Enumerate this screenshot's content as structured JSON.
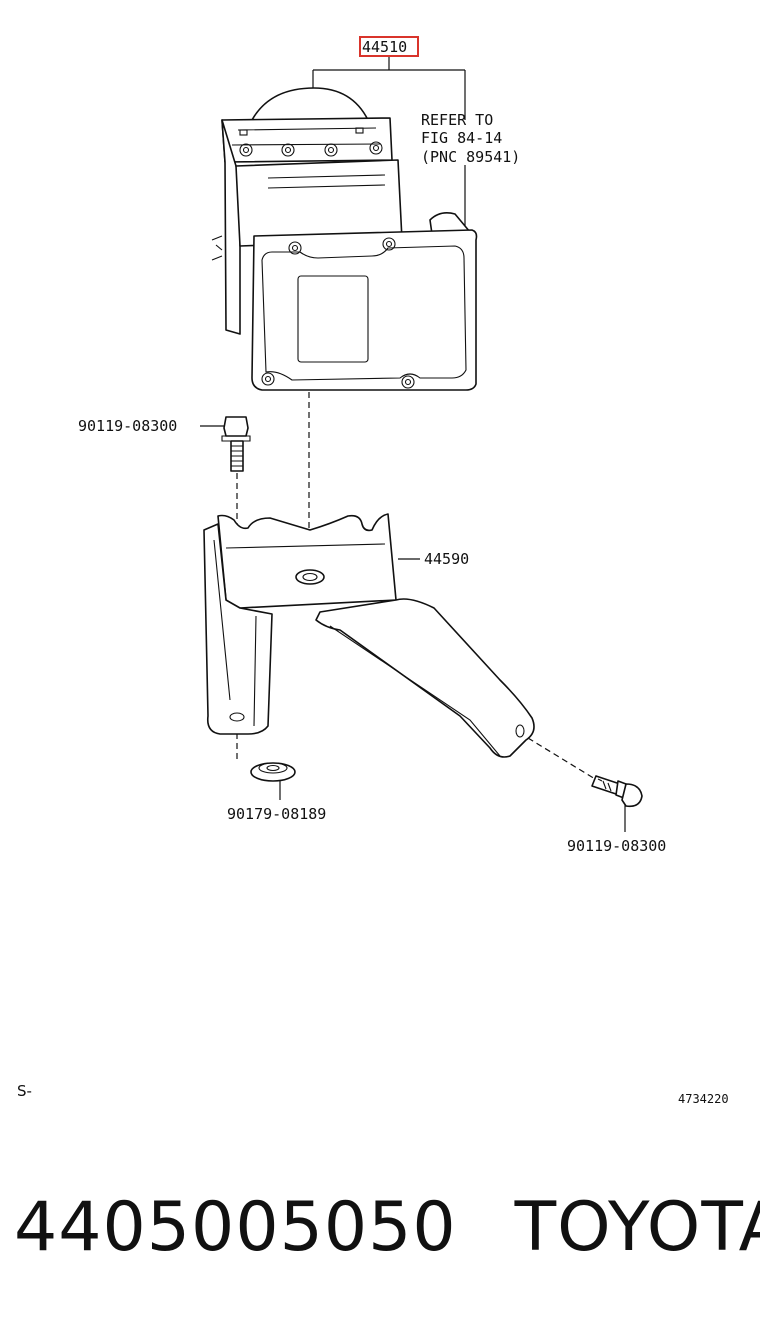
{
  "diagram": {
    "callouts": {
      "abs_actuator": "44510",
      "refer_line1": "REFER TO",
      "refer_line2": "FIG 84-14",
      "refer_line3": "(PNC 89541)",
      "bracket": "44590",
      "bolt_upper": "90119-08300",
      "bolt_lower": "90119-08300",
      "cushion": "90179-08189"
    },
    "footer_left_code": "S-",
    "footer_right_code": "4734220",
    "highlight_color": "#d9342b"
  },
  "caption": {
    "part_number": "4405005050",
    "brand": "TOYOTA"
  }
}
